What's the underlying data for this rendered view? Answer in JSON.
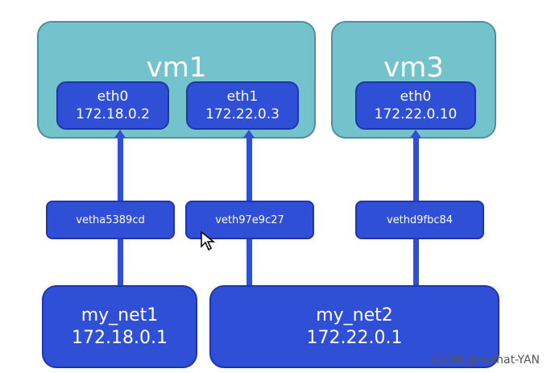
{
  "vms": [
    {
      "name": "vm1",
      "interfaces": [
        {
          "name": "eth0",
          "ip": "172.18.0.2"
        },
        {
          "name": "eth1",
          "ip": "172.22.0.3"
        }
      ]
    },
    {
      "name": "vm3",
      "interfaces": [
        {
          "name": "eth0",
          "ip": "172.22.0.10"
        }
      ]
    }
  ],
  "veths": [
    "vetha5389cd",
    "veth97e9c27",
    "vethd9fbc84"
  ],
  "networks": [
    {
      "name": "my_net1",
      "gateway": "172.18.0.1"
    },
    {
      "name": "my_net2",
      "gateway": "172.22.0.1"
    }
  ],
  "watermark": "CSDN @redhat-YAN",
  "colors": {
    "vm_fill": "#74c3cc",
    "box_fill": "#2f4fd6"
  }
}
